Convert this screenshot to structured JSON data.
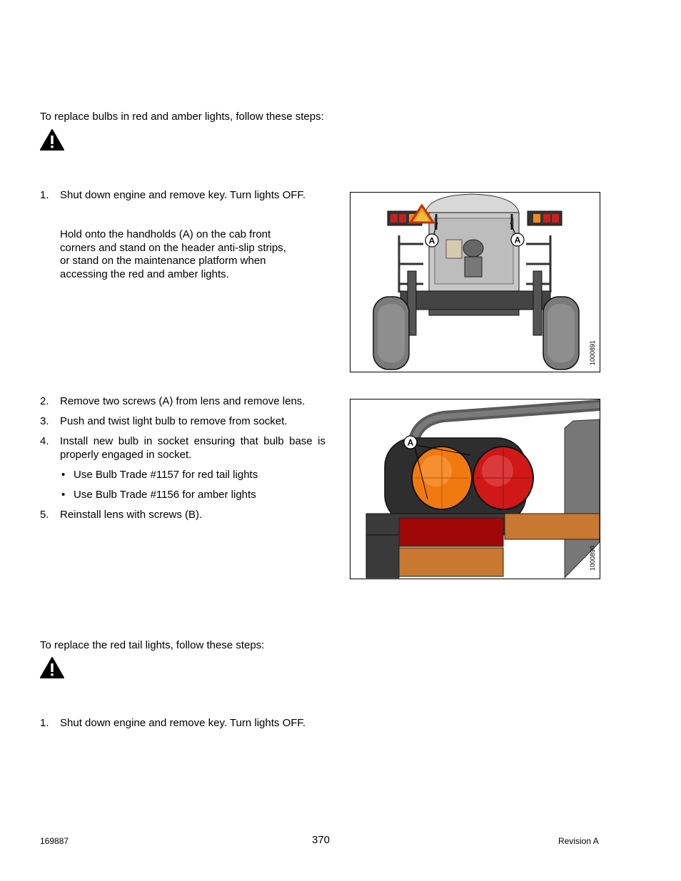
{
  "section1": {
    "intro": "To replace bulbs in red and amber lights, follow these steps:",
    "step1_num": "1.",
    "step1": "Shut down engine and remove key. Turn lights OFF.",
    "para_lines": [
      "Hold onto the handholds (A) on the cab front",
      "corners and stand on the header anti-slip strips,",
      "or stand on the maintenance platform when",
      "accessing the red and amber lights."
    ],
    "steps": [
      {
        "num": "2.",
        "text": "Remove two screws (A) from lens and remove lens."
      },
      {
        "num": "3.",
        "text": "Push and twist light bulb to remove from socket."
      },
      {
        "num": "4.",
        "text": "Install new bulb in socket ensuring that bulb base is",
        "text2": "properly engaged in socket."
      },
      {
        "num": "5.",
        "text": "Reinstall lens with screws (B)."
      }
    ],
    "bullets": [
      "Use Bulb Trade #1157 for red tail lights",
      "Use Bulb Trade #1156 for amber lights"
    ]
  },
  "section2": {
    "intro": "To replace the red tail lights, follow these steps:",
    "step1_num": "1.",
    "step1": "Shut down engine and remove key. Turn lights OFF."
  },
  "figures": {
    "fig1_id": "1000891",
    "fig1_callout": "A",
    "fig2_id": "1000890",
    "fig2_callout": "A"
  },
  "footer": {
    "doc_number": "169887",
    "page_number": "370",
    "revision": "Revision A"
  },
  "colors": {
    "amber_lamp": "#f07a10",
    "red_lamp": "#d01818",
    "amber_strip": "#c87830",
    "red_strip": "#a00808"
  }
}
